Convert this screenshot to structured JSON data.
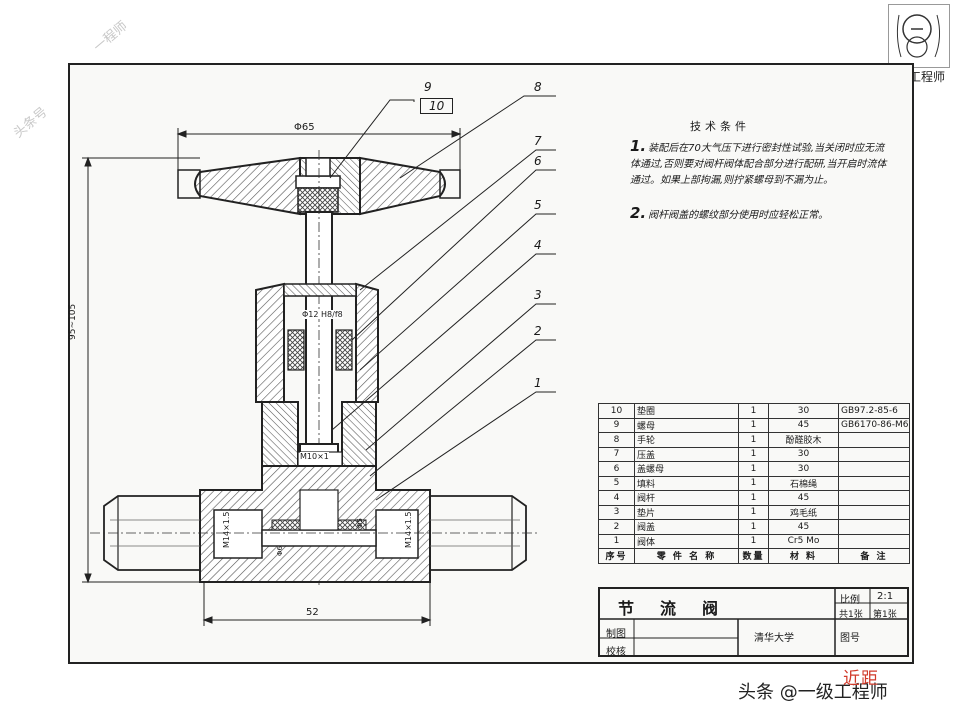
{
  "drawing": {
    "dimensions": {
      "handwheel_diameter": "Φ65",
      "height": "95~105",
      "body_length": "52",
      "stem_fit": "Φ12 H8/f8",
      "stem_thread": "M10×1",
      "port_thread_left": "M14×1.5",
      "port_thread_right": "M14×1.5",
      "seat_small": "Φ5",
      "seat_hole": "Φ6"
    },
    "part_callouts": [
      "1",
      "2",
      "3",
      "4",
      "5",
      "6",
      "7",
      "8",
      "9",
      "10"
    ]
  },
  "tech_requirements": {
    "title": "技术条件",
    "items": [
      {
        "num": "1.",
        "text": "装配后在70大气压下进行密封性试验,当关闭时应无流体通过,否则要对阀杆阀体配合部分进行配研,当开启时流体通过。如果上部拘漏,则拧紧螺母到不漏为止。"
      },
      {
        "num": "2.",
        "text": "阀杆阀盖的螺纹部分使用时应轻松正常。"
      }
    ]
  },
  "parts_table": {
    "headers": [
      "序号",
      "零 件 名 称",
      "数量",
      "材 料",
      "备 注"
    ],
    "rows": [
      {
        "no": "10",
        "name": "垫圈",
        "qty": "1",
        "material": "30",
        "note": "GB97.2-85-6"
      },
      {
        "no": "9",
        "name": "螺母",
        "qty": "1",
        "material": "45",
        "note": "GB6170-86-M6"
      },
      {
        "no": "8",
        "name": "手轮",
        "qty": "1",
        "material": "酚醛胶木",
        "note": ""
      },
      {
        "no": "7",
        "name": "压盖",
        "qty": "1",
        "material": "30",
        "note": ""
      },
      {
        "no": "6",
        "name": "盖螺母",
        "qty": "1",
        "material": "30",
        "note": ""
      },
      {
        "no": "5",
        "name": "填料",
        "qty": "1",
        "material": "石棉绳",
        "note": ""
      },
      {
        "no": "4",
        "name": "阀杆",
        "qty": "1",
        "material": "45",
        "note": ""
      },
      {
        "no": "3",
        "name": "垫片",
        "qty": "1",
        "material": "鸡毛纸",
        "note": ""
      },
      {
        "no": "2",
        "name": "阀盖",
        "qty": "1",
        "material": "45",
        "note": ""
      },
      {
        "no": "1",
        "name": "阀体",
        "qty": "1",
        "material": "Cr5 Mo",
        "note": ""
      }
    ]
  },
  "title_block": {
    "name": "节流阀",
    "scale_label": "比例",
    "scale_value": "2:1",
    "sheet_total": "共1张",
    "sheet_num": "第1张",
    "drawn_label": "制图",
    "checked_label": "校核",
    "org": "清华大学",
    "drawing_no_label": "图号"
  },
  "watermarks": {
    "top_left_1": "头条号",
    "top_left_2": "一程师",
    "logo_text": "工程师",
    "bottom": "头条 @一级工程师",
    "stamp": "近距"
  },
  "colors": {
    "ink": "#1a1a1a",
    "hatch": "#555555",
    "stamp": "#d13b2b"
  }
}
